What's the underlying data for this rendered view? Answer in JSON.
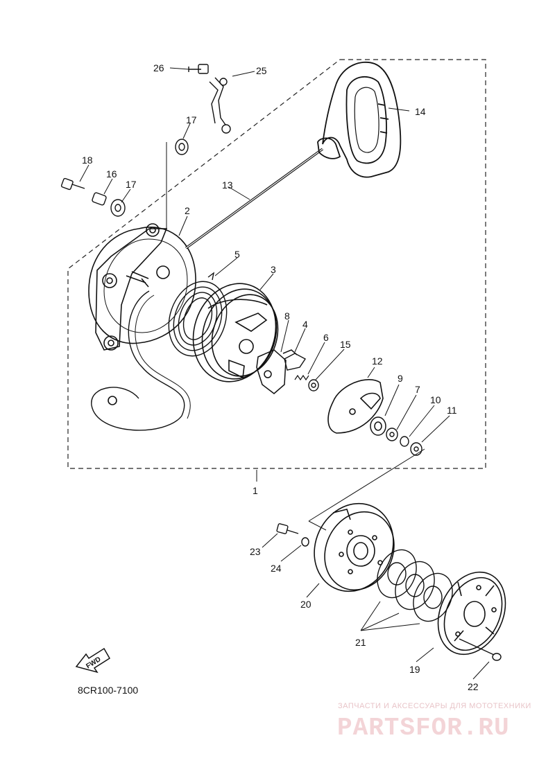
{
  "diagram": {
    "code": "8CR100-7100",
    "fwd_label": "FWD",
    "callouts": [
      {
        "id": "c1",
        "text": "1"
      },
      {
        "id": "c2",
        "text": "2"
      },
      {
        "id": "c3",
        "text": "3"
      },
      {
        "id": "c4",
        "text": "4"
      },
      {
        "id": "c5",
        "text": "5"
      },
      {
        "id": "c6",
        "text": "6"
      },
      {
        "id": "c7",
        "text": "7"
      },
      {
        "id": "c8",
        "text": "8"
      },
      {
        "id": "c9",
        "text": "9"
      },
      {
        "id": "c10",
        "text": "10"
      },
      {
        "id": "c11",
        "text": "11"
      },
      {
        "id": "c12",
        "text": "12"
      },
      {
        "id": "c13",
        "text": "13"
      },
      {
        "id": "c14",
        "text": "14"
      },
      {
        "id": "c15",
        "text": "15"
      },
      {
        "id": "c16",
        "text": "16"
      },
      {
        "id": "c17a",
        "text": "17"
      },
      {
        "id": "c17b",
        "text": "17"
      },
      {
        "id": "c18",
        "text": "18"
      },
      {
        "id": "c19",
        "text": "19"
      },
      {
        "id": "c20",
        "text": "20"
      },
      {
        "id": "c21",
        "text": "21"
      },
      {
        "id": "c22",
        "text": "22"
      },
      {
        "id": "c23",
        "text": "23"
      },
      {
        "id": "c24",
        "text": "24"
      },
      {
        "id": "c25",
        "text": "25"
      },
      {
        "id": "c26",
        "text": "26"
      }
    ]
  },
  "watermark": {
    "tagline": "ЗАПЧАСТИ И АКСЕССУАРЫ ДЛЯ МОТОТЕХНИКИ",
    "logo": "PARTSFOR.RU"
  }
}
